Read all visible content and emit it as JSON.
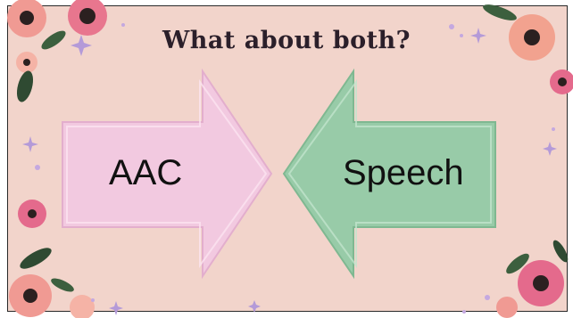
{
  "slide": {
    "title": "What about both?",
    "left_arrow": {
      "label": "AAC",
      "color": "#f2c9e0",
      "direction": "right"
    },
    "right_arrow": {
      "label": "Speech",
      "color": "#98cba8",
      "direction": "left"
    }
  },
  "theme": {
    "background": "#f2d4cb",
    "flower_pink": "#f09a93",
    "flower_magenta": "#e46a8c",
    "leaf_green": "#3c5f3e",
    "sparkle_lavender": "#b49ad8"
  },
  "decorations": [
    "flower-icon",
    "leaf-icon",
    "sparkle-icon",
    "dot-icon"
  ]
}
